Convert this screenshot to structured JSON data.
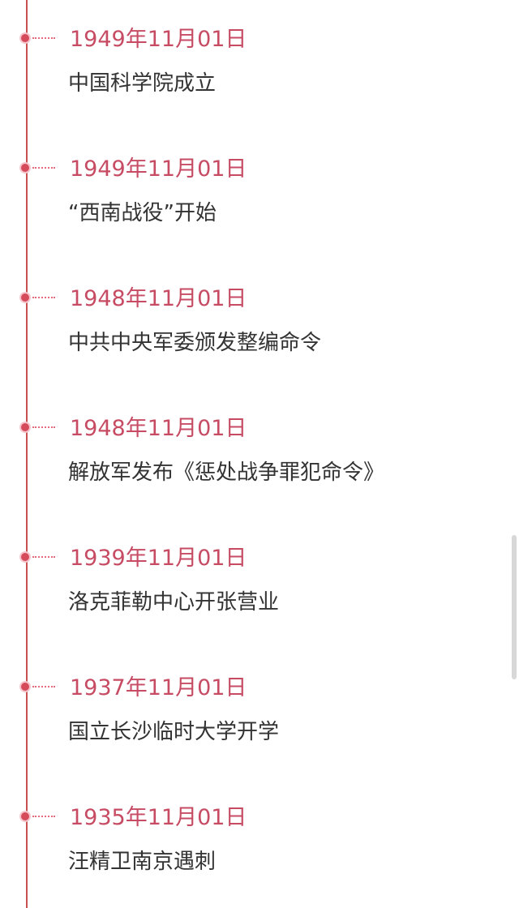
{
  "timeline": {
    "events": [
      {
        "date": "1949年11月01日",
        "title": "中国科学院成立"
      },
      {
        "date": "1949年11月01日",
        "title": "“西南战役”开始"
      },
      {
        "date": "1948年11月01日",
        "title": "中共中央军委颁发整编命令"
      },
      {
        "date": "1948年11月01日",
        "title": "解放军发布《惩处战争罪犯命令》"
      },
      {
        "date": "1939年11月01日",
        "title": "洛克菲勒中心开张营业"
      },
      {
        "date": "1937年11月01日",
        "title": "国立长沙临时大学开学"
      },
      {
        "date": "1935年11月01日",
        "title": "汪精卫南京遇刺"
      }
    ]
  },
  "colors": {
    "accent": "#c64b63",
    "line": "#c9504f",
    "text": "#333333"
  }
}
